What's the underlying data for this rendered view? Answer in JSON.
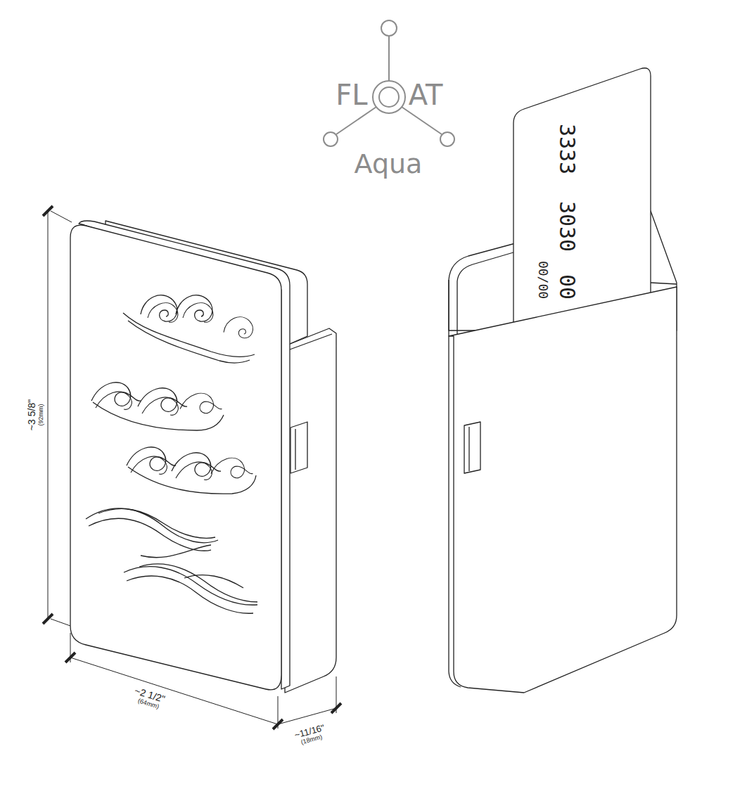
{
  "diagram": {
    "labels": [
      "FL",
      "AT",
      "Aqua",
      "~3 5/8\"",
      "(92mm)",
      "~2 1/2\"",
      "(64mm)",
      "~11/16\"",
      "(18mm)",
      "3333",
      "3030",
      "00",
      "00/00"
    ]
  }
}
